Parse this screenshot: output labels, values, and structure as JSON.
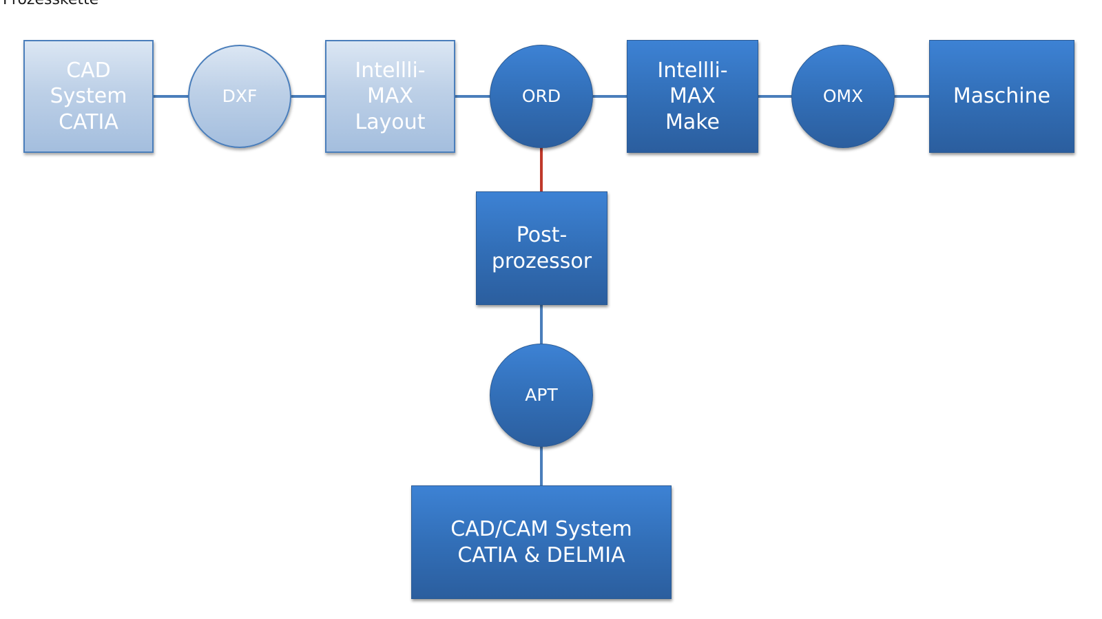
{
  "header": {
    "cut_text": "Prozesskette"
  },
  "colors": {
    "node_dark": "#326fb8",
    "node_light": "#bdd0e7",
    "connector": "#4a7ebb",
    "connector_highlight": "#c0392b"
  },
  "nodes": {
    "cad_catia": "CAD\nSystem\nCATIA",
    "dxf": "DXF",
    "intellimax_layout": "Intellli-\nMAX\nLayout",
    "ord": "ORD",
    "intellimax_make": "Intellli-\nMAX\nMake",
    "omx": "OMX",
    "maschine": "Maschine",
    "postprozessor": "Post-\nprozessor",
    "apt": "APT",
    "cadcam_system": "CAD/CAM System\nCATIA & DELMIA"
  }
}
